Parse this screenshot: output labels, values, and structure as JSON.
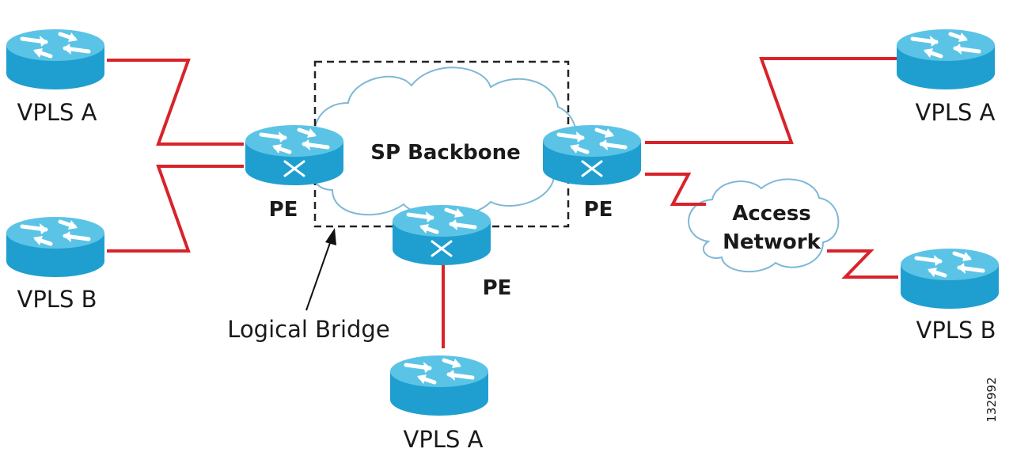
{
  "labels": {
    "vpls_a_top_left": "VPLS A",
    "vpls_b_left": "VPLS B",
    "vpls_a_top_right": "VPLS A",
    "vpls_b_right": "VPLS B",
    "vpls_a_bottom": "VPLS A",
    "pe_left": "PE",
    "pe_right": "PE",
    "pe_bottom": "PE",
    "sp_backbone": "SP Backbone",
    "access_network_line1": "Access",
    "access_network_line2": "Network",
    "logical_bridge": "Logical Bridge",
    "figure_id": "132992"
  },
  "colors": {
    "router_body": "#1f9fcf",
    "router_top": "#5bc4e6",
    "link": "#d8232a",
    "cloud_stroke": "#7fb8d6",
    "cloud_fill": "#ffffff"
  },
  "icons": {
    "router": "router-icon",
    "pe_router": "pe-router-icon",
    "cloud": "cloud-icon",
    "arrow": "arrow-icon"
  }
}
